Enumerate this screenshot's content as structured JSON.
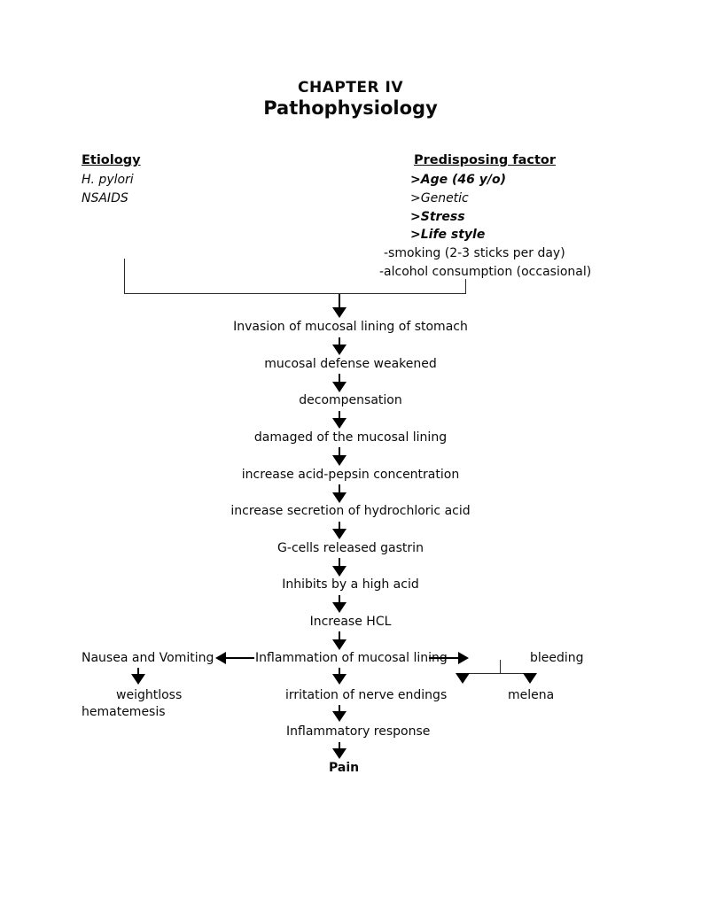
{
  "page": {
    "chapter": "CHAPTER IV",
    "title": "Pathophysiology"
  },
  "etiology": {
    "header": "Etiology",
    "items": [
      "H. pylori",
      "NSAIDS"
    ]
  },
  "predisposing": {
    "header": "Predisposing factor",
    "age": ">Age (46 y/o)",
    "genetic": ">Genetic",
    "stress": ">Stress",
    "lifestyle": ">Life style",
    "smoking": "-smoking (2-3 sticks per day)",
    "alcohol": "-alcohol consumption (occasional)"
  },
  "flow": {
    "steps": [
      "Invasion of mucosal lining of stomach",
      "mucosal defense weakened",
      "decompensation",
      "damaged of the mucosal lining",
      "increase acid-pepsin concentration",
      "increase secretion of hydrochloric acid",
      "G-cells released gastrin",
      "Inhibits by a high acid",
      "Increase HCL"
    ],
    "nausea": "Nausea and Vomiting",
    "inflammation": "Inflammation of mucosal lining",
    "bleeding": "bleeding",
    "weightloss": "weightloss",
    "irritation": "irritation of nerve endings",
    "melena": "melena",
    "hematemesis": "hematemesis",
    "inflammatory_response": "Inflammatory response",
    "pain": "Pain"
  },
  "colors": {
    "background": "#ffffff",
    "text": "#000000",
    "line": "#000000"
  }
}
